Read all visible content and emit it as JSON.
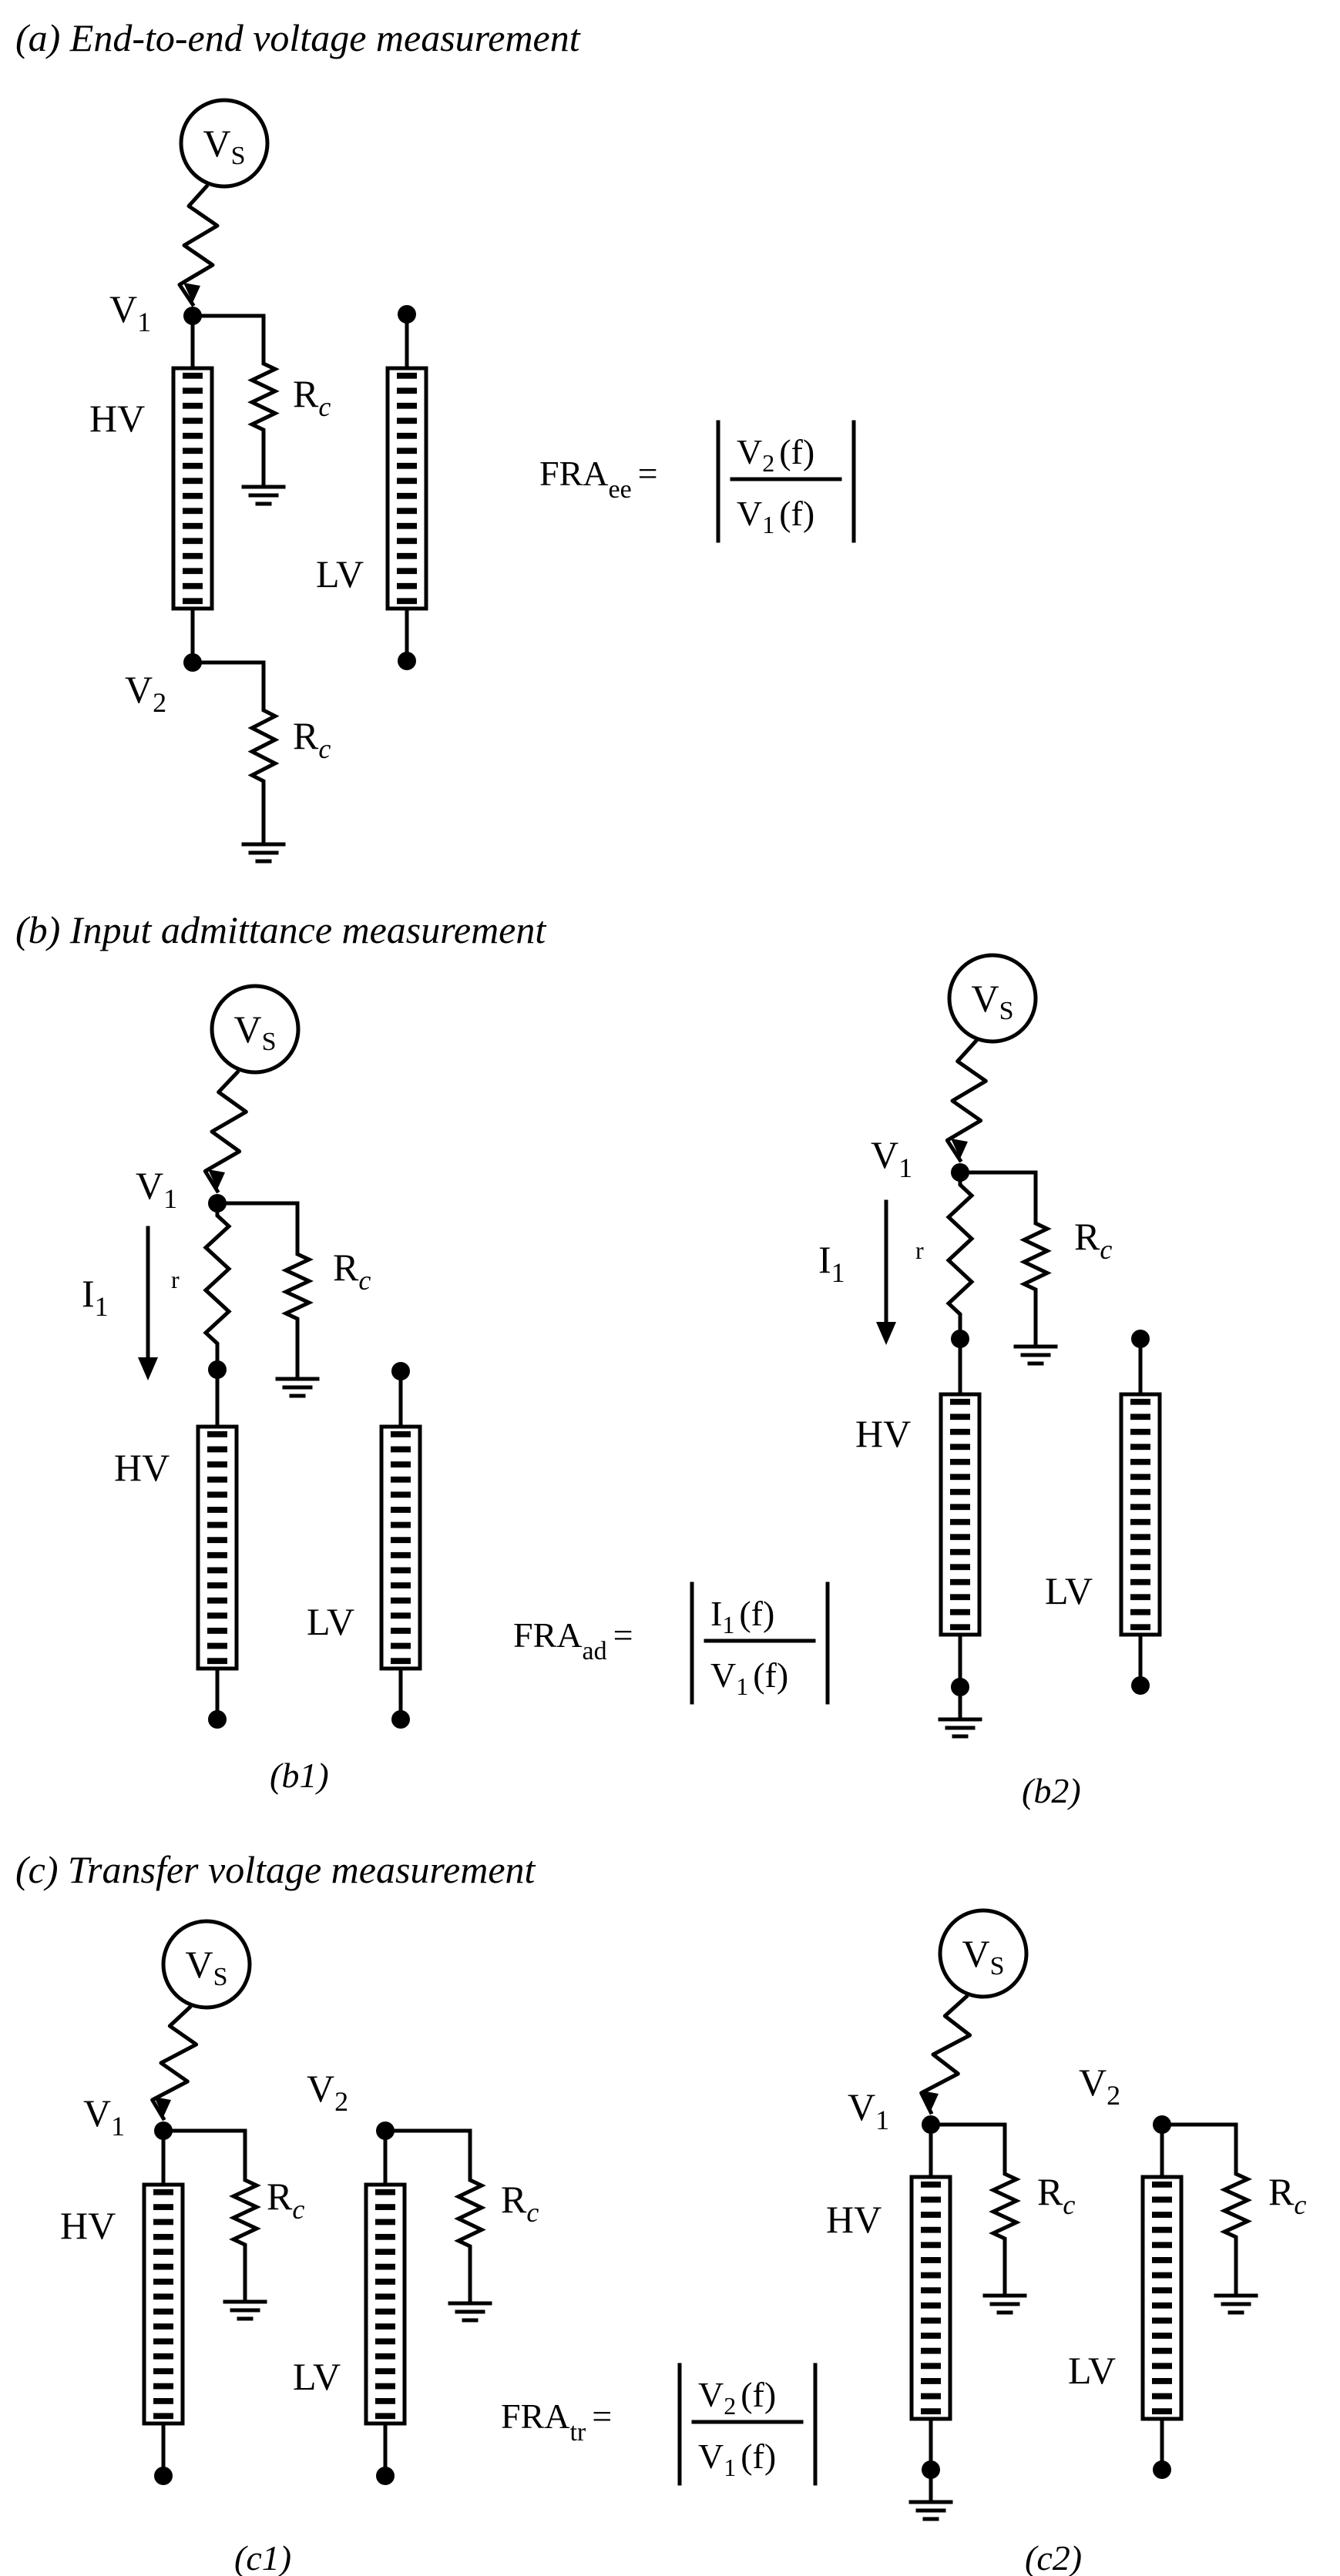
{
  "sections": {
    "a": {
      "heading": "(a) End-to-end voltage measurement"
    },
    "b": {
      "heading": "(b) Input admittance measurement",
      "sub1": "(b1)",
      "sub2": "(b2)"
    },
    "c": {
      "heading": "(c) Transfer voltage measurement",
      "sub1": "(c1)",
      "sub2": "(c2)"
    }
  },
  "labels": {
    "source_main": "V",
    "source_sub": "S",
    "v_main": "V",
    "v1_sub": "1",
    "v2_sub": "2",
    "i_main": "I",
    "i1_sub": "1",
    "r_main": "R",
    "r_sub": "c",
    "r_small": "r",
    "hv": "HV",
    "lv": "LV"
  },
  "equations": {
    "ee": {
      "lhs_main": "FRA",
      "lhs_sub": "ee",
      "num_main": "V",
      "num_sub": "2",
      "den_main": "V",
      "den_sub": "1",
      "arg": "(f)"
    },
    "ad": {
      "lhs_main": "FRA",
      "lhs_sub": "ad",
      "num_main": "I",
      "num_sub": "1",
      "den_main": "V",
      "den_sub": "1",
      "arg": "(f)"
    },
    "tr": {
      "lhs_main": "FRA",
      "lhs_sub": "tr",
      "num_main": "V",
      "num_sub": "2",
      "den_main": "V",
      "den_sub": "1",
      "arg": "(f)"
    }
  }
}
